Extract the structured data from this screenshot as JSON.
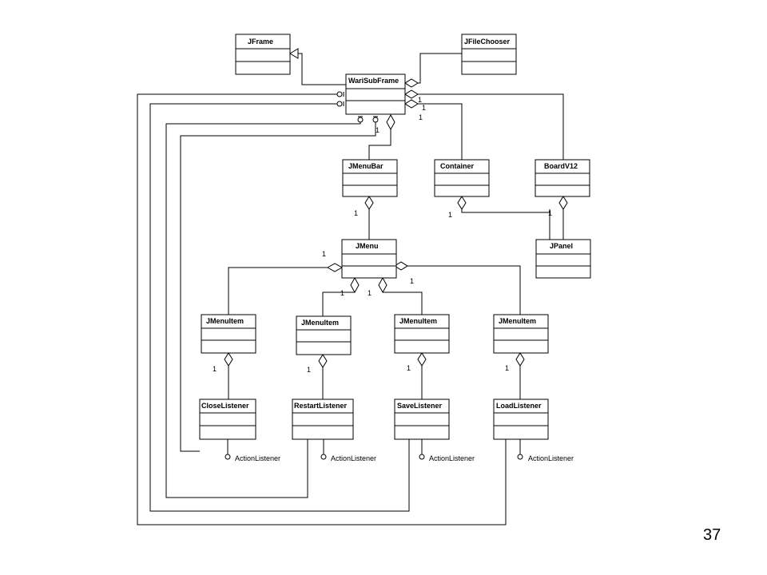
{
  "classes": {
    "jframe": "JFrame",
    "jfilechooser": "JFileChooser",
    "warisubframe": "WariSubFrame",
    "jmenubar": "JMenuBar",
    "container": "Container",
    "boardv12": "BoardV12",
    "jmenu": "JMenu",
    "jpanel": "JPanel",
    "jmenuitem_1": "JMenuItem",
    "jmenuitem_2": "JMenuItem",
    "jmenuitem_3": "JMenuItem",
    "jmenuitem_4": "JMenuItem",
    "closelistener": "CloseListener",
    "restartlistener": "RestartListener",
    "savelistener": "SaveListener",
    "loadlistener": "LoadListener"
  },
  "multiplicity": "1",
  "interfaces": {
    "close": "ActionListener",
    "restart": "ActionListener",
    "save": "ActionListener",
    "load": "ActionListener"
  },
  "page_number": "37"
}
